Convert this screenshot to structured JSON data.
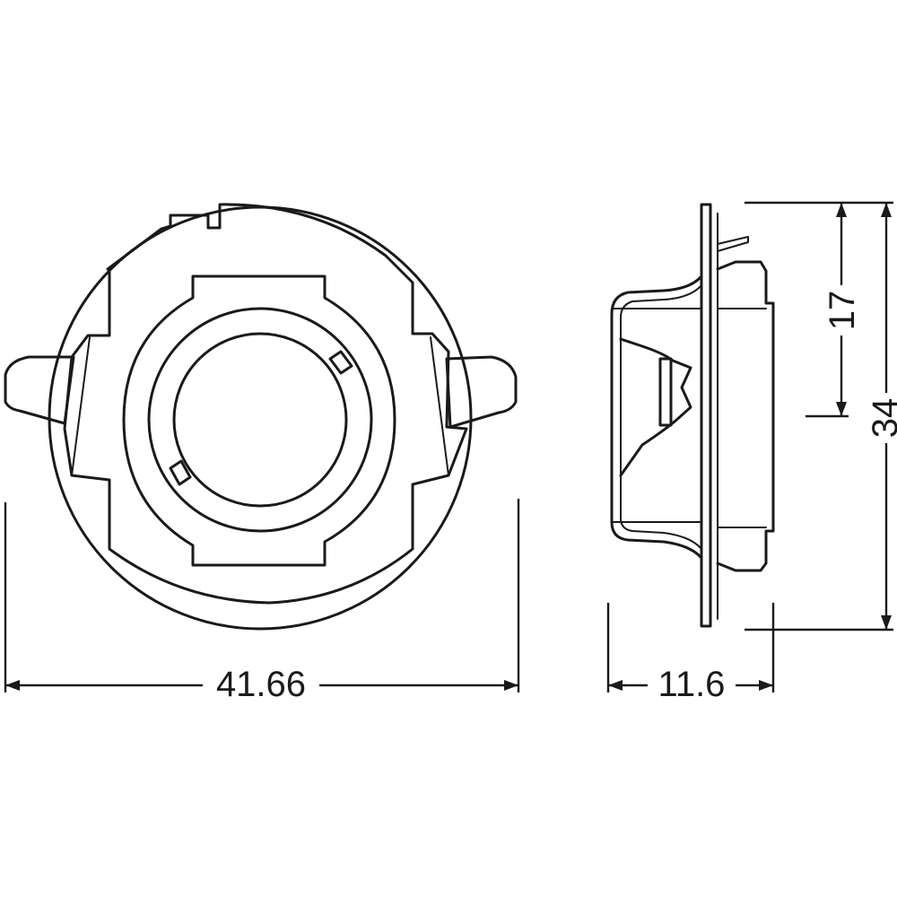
{
  "dimensions": {
    "width": "41.66",
    "depth": "11.6",
    "height": "34",
    "half_height": "17"
  }
}
